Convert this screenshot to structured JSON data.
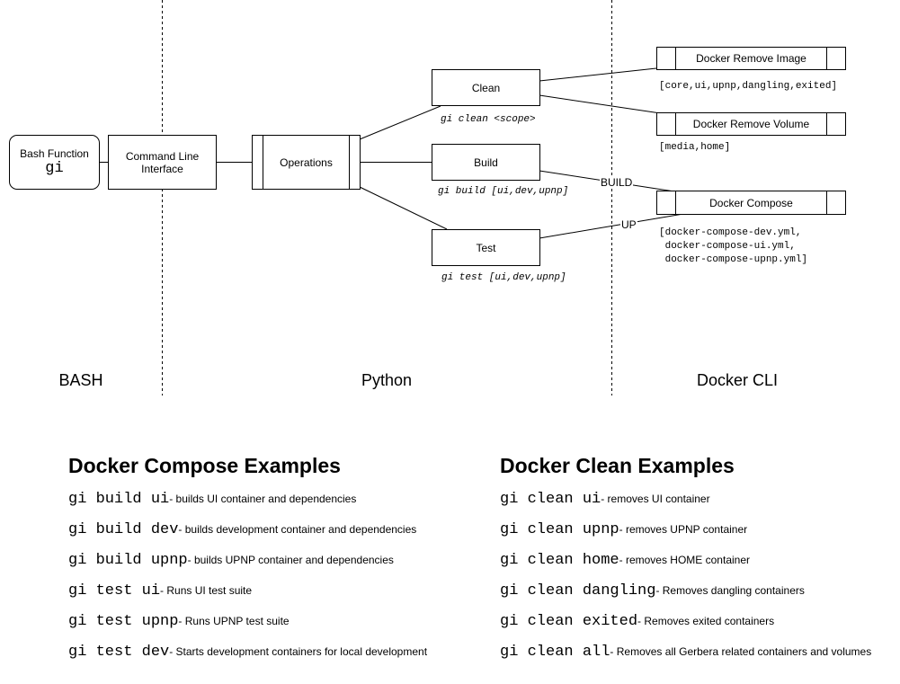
{
  "columns": {
    "bash": "BASH",
    "python": "Python",
    "docker": "Docker CLI"
  },
  "nodes": {
    "bash_function": {
      "title": "Bash Function",
      "code": "gi"
    },
    "cli": {
      "line1": "Command Line",
      "line2": "Interface"
    },
    "operations": "Operations",
    "clean": "Clean",
    "build": "Build",
    "test": "Test",
    "docker_remove_image": "Docker Remove Image",
    "docker_remove_volume": "Docker Remove Volume",
    "docker_compose": "Docker Compose"
  },
  "labels": {
    "clean_cmd": "gi clean <scope>",
    "build_cmd": "gi build [ui,dev,upnp]",
    "test_cmd": "gi test [ui,dev,upnp]",
    "image_scopes": "[core,ui,upnp,dangling,exited]",
    "volume_scopes": "[media,home]",
    "compose_files": "[docker-compose-dev.yml,\n docker-compose-ui.yml,\n docker-compose-upnp.yml]",
    "edge_build": "BUILD",
    "edge_up": "UP"
  },
  "compose_examples": {
    "heading": "Docker Compose Examples",
    "rows": [
      {
        "cmd": "gi build ui ",
        "desc": " - builds UI container and dependencies"
      },
      {
        "cmd": "gi build dev ",
        "desc": " - builds development container and dependencies"
      },
      {
        "cmd": "gi build upnp",
        "desc": " - builds UPNP container and dependencies"
      },
      {
        "cmd": "gi test ui",
        "desc": " - Runs UI test suite"
      },
      {
        "cmd": "gi test upnp",
        "desc": " - Runs UPNP test suite"
      },
      {
        "cmd": "gi test dev",
        "desc": " - Starts development containers for local development"
      }
    ]
  },
  "clean_examples": {
    "heading": "Docker Clean Examples",
    "rows": [
      {
        "cmd": "gi clean ui ",
        "desc": " - removes UI container"
      },
      {
        "cmd": "gi clean upnp",
        "desc": " - removes UPNP container"
      },
      {
        "cmd": "gi clean home",
        "desc": " - removes HOME container"
      },
      {
        "cmd": "gi clean dangling",
        "desc": " - Removes dangling containers"
      },
      {
        "cmd": "gi clean exited",
        "desc": " - Removes exited containers"
      },
      {
        "cmd": "gi clean all",
        "desc": " - Removes all Gerbera related containers and volumes"
      }
    ]
  }
}
